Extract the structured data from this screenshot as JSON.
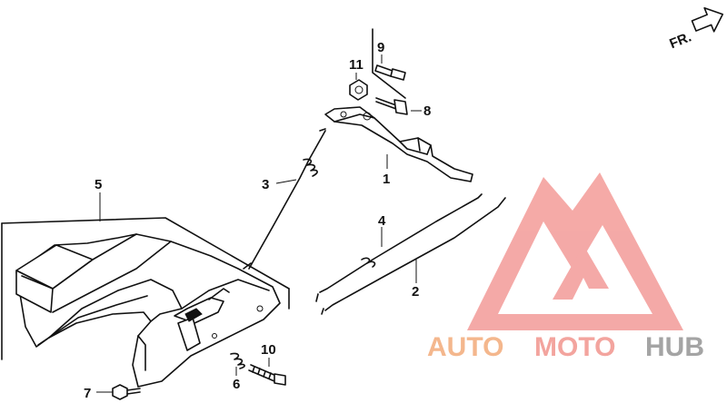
{
  "orientation": {
    "label": "FR.",
    "icon": "arrow-right-icon"
  },
  "callouts": [
    {
      "id": "1",
      "label": "1"
    },
    {
      "id": "2",
      "label": "2"
    },
    {
      "id": "3",
      "label": "3"
    },
    {
      "id": "4",
      "label": "4"
    },
    {
      "id": "5",
      "label": "5"
    },
    {
      "id": "6",
      "label": "6"
    },
    {
      "id": "7",
      "label": "7"
    },
    {
      "id": "8",
      "label": "8"
    },
    {
      "id": "9",
      "label": "9"
    },
    {
      "id": "10",
      "label": "10"
    },
    {
      "id": "11",
      "label": "11"
    }
  ],
  "watermark": {
    "logo_icon": "triangle-logo-icon",
    "words": [
      "AUTO",
      "MOTO",
      "HUB"
    ],
    "colors": {
      "auto": "#f4b78d",
      "moto": "#f3a49e",
      "hub": "#a4a4a4",
      "logo": "#f39b98"
    }
  }
}
